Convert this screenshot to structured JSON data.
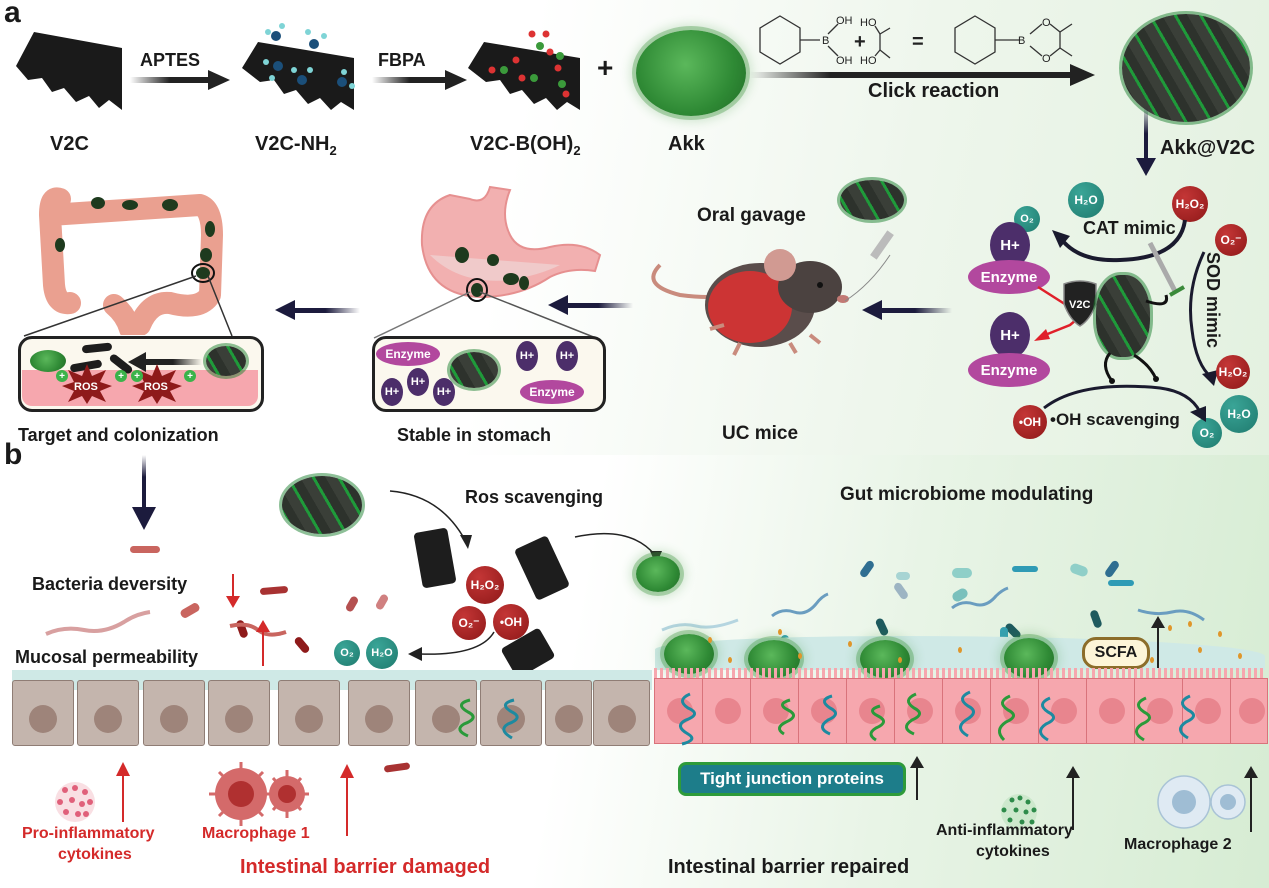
{
  "panels": {
    "a": "a",
    "b": "b"
  },
  "synthesis": {
    "materials": [
      "V2C",
      "V2C-NH",
      "V2C-B(OH)",
      "Akk",
      "Akk@V2C"
    ],
    "subscripts": {
      "nh2": "2",
      "boh2": "2"
    },
    "reagents": {
      "step1": "APTES",
      "step2": "FBPA"
    },
    "plus": "+",
    "click_reaction": "Click reaction",
    "equation": {
      "boronic_oh_top": "OH",
      "boronic_oh_bottom": "OH",
      "boron": "B",
      "diol_ho_top": "HO",
      "diol_ho_bottom": "HO",
      "plus": "+",
      "equals": "=",
      "ester_o_top": "O",
      "ester_o_bottom": "O",
      "ester_boron": "B"
    }
  },
  "workflow": {
    "steps": [
      "Target and colonization",
      "Stable in stomach",
      "UC mice"
    ],
    "oral_gavage": "Oral gavage",
    "colon_inset": {
      "ros": [
        "ROS",
        "ROS"
      ],
      "plus_markers": [
        "+",
        "+",
        "+",
        "+"
      ]
    },
    "stomach_inset": {
      "enzyme": [
        "Enzyme",
        "Enzyme"
      ],
      "protons": [
        "H+",
        "H+",
        "H+",
        "H+",
        "H+"
      ]
    }
  },
  "mechanism": {
    "cat_mimic": "CAT mimic",
    "sod_mimic": "SOD mimic",
    "oh_scavenging": "•OH scavenging",
    "shield": "V2C",
    "enzyme_top": {
      "proton": "H+",
      "label": "Enzyme"
    },
    "enzyme_bottom": {
      "proton": "H+",
      "label": "Enzyme"
    },
    "species": {
      "h2o_a": "H₂O",
      "o2_a": "O₂",
      "h2o2_a": "H₂O₂",
      "superoxide": "O₂⁻",
      "h2o2_b": "H₂O₂",
      "h2o_b": "H₂O",
      "o2_b": "O₂",
      "hydroxyl": "•OH"
    }
  },
  "panel_b": {
    "ros_scavenging": "Ros scavenging",
    "gut_microbiome": "Gut microbiome modulating",
    "bacteria_diversity": "Bacteria deversity",
    "mucosal_permeability": "Mucosal permeability",
    "ros_species": {
      "h2o2": "H₂O₂",
      "superoxide": "O₂⁻",
      "hydroxyl": "•OH"
    },
    "products": {
      "o2": "O₂",
      "h2o": "H₂O"
    },
    "damaged": {
      "pro_inflammatory": [
        "Pro-inflammatory",
        "cytokines"
      ],
      "macrophage1": "Macrophage 1",
      "barrier": "Intestinal barrier damaged"
    },
    "repaired": {
      "tight_junction": "Tight junction proteins",
      "anti_inflammatory": [
        "Anti-inflammatory",
        "cytokines"
      ],
      "macrophage2": "Macrophage 2",
      "barrier": "Intestinal barrier repaired",
      "scfa": "SCFA"
    }
  },
  "colors": {
    "navy_arrow": "#1c1b3d",
    "ros_red": "#a82222",
    "water_teal": "#2a8f82",
    "proton_purple": "#4c2e6a",
    "enzyme_magenta": "#b2489e",
    "damage_red": "#d42a2a",
    "healthy_pink": "#f6a7ae",
    "damaged_cell": "#c4b5ad"
  }
}
